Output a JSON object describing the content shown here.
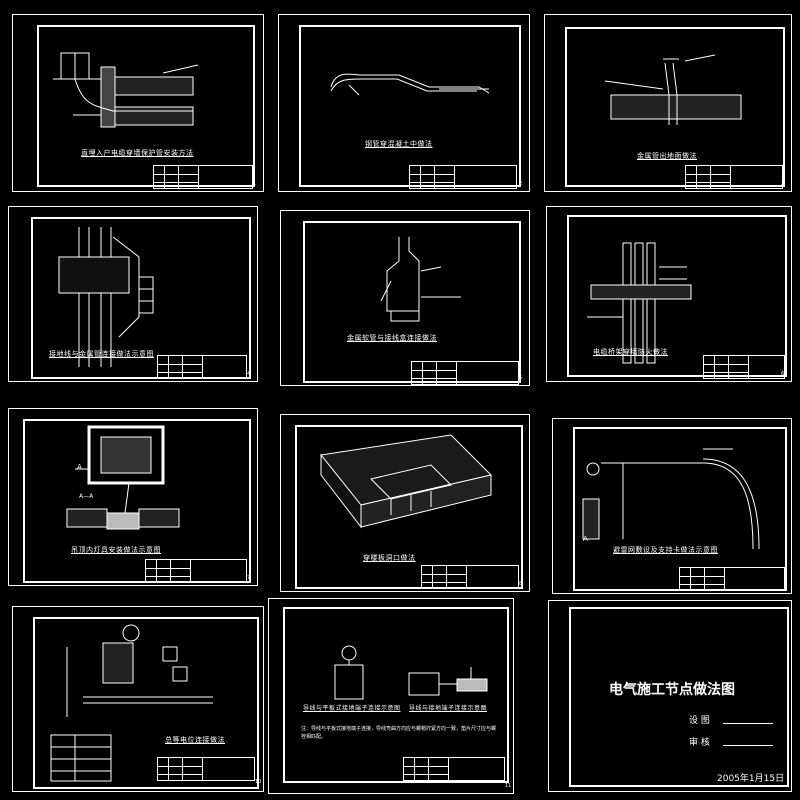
{
  "cover": {
    "title": "电气施工节点做法图",
    "design_label": "设 图",
    "review_label": "审 核",
    "date": "2005年1月15日"
  },
  "sheets": [
    {
      "caption": "直埋入户电缆穿墙保护管安装方法",
      "num": "1"
    },
    {
      "caption": "钢管穿混凝土中做法",
      "num": "2"
    },
    {
      "caption": "金属管出地面做法",
      "num": "3"
    },
    {
      "caption": "接地线与金属管连接做法示意图",
      "num": "4"
    },
    {
      "caption": "金属软管与接线盒连接做法",
      "num": "5"
    },
    {
      "caption": "电缆桥架穿墙防火做法",
      "num": "6"
    },
    {
      "caption": "吊顶内灯具安装做法示意图",
      "num": "7",
      "section_label": "A—A",
      "marker": "A"
    },
    {
      "caption": "穿楼板洞口做法",
      "num": "8"
    },
    {
      "caption": "避雷网敷设及支持卡做法示意图",
      "num": "9",
      "marker": "A"
    },
    {
      "caption": "总等电位连接做法",
      "num": "10"
    },
    {
      "caption": "导线与平板式接地端子连接示意图",
      "caption2": "导线与接地端子连接示意图",
      "num": "11",
      "note": "注：导线与平板式接地端子连接，导线弯曲方向应与螺帽拧紧方向一致，垫片尺寸应与螺栓相匹配。"
    }
  ]
}
